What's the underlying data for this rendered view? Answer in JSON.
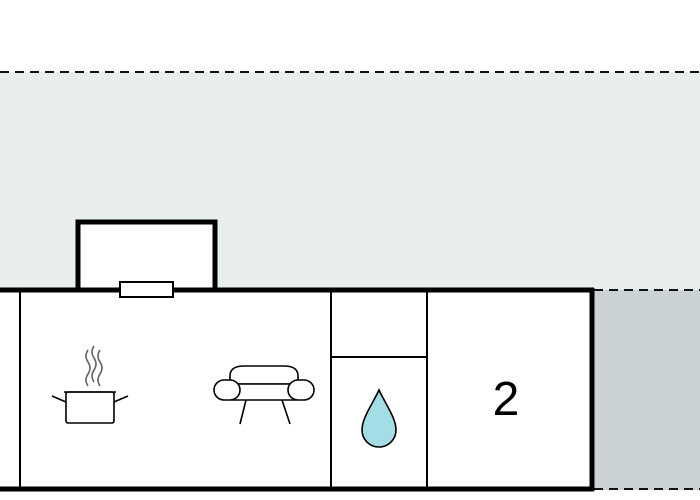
{
  "floorplan": {
    "rooms": [
      {
        "type": "kitchen-living",
        "icons": [
          "cooking-pot-icon",
          "sofa-icon"
        ]
      },
      {
        "type": "bathroom",
        "icons": [
          "water-drop-icon"
        ]
      },
      {
        "type": "bedroom",
        "label": "2"
      }
    ],
    "outdoor_areas": [
      "terrace",
      "side-terrace"
    ],
    "colors": {
      "terrace_fill": "#e8eeee",
      "side_terrace_fill": "#cbd2d4",
      "wall": "#000000",
      "water": "#a5dde6"
    }
  }
}
